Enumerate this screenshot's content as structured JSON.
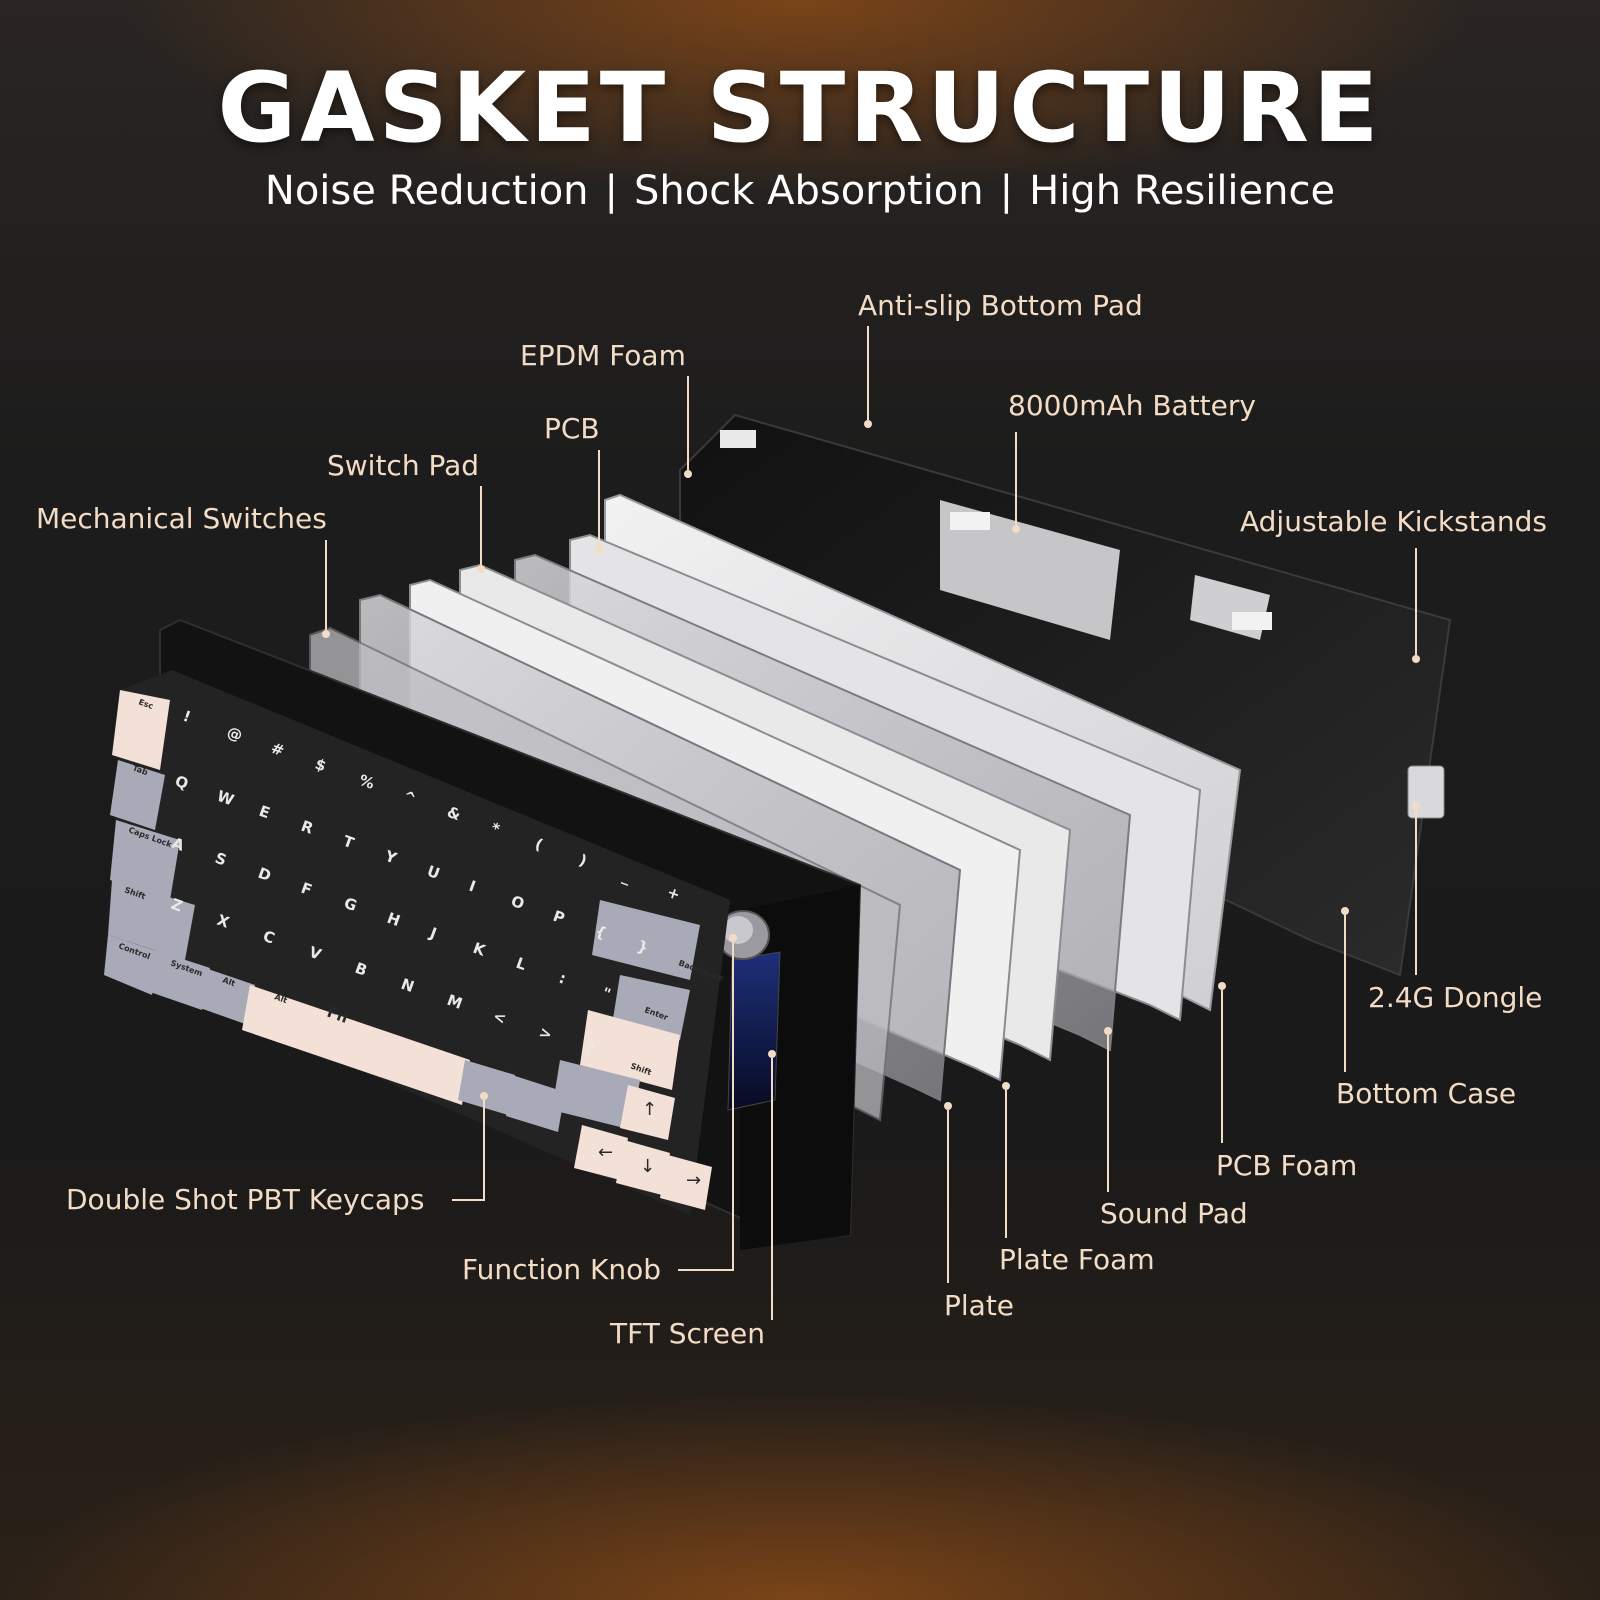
{
  "header": {
    "title": "GASKET STRUCTURE",
    "features": [
      "Noise Reduction",
      "Shock Absorption",
      "High Resilience"
    ],
    "separator": "|"
  },
  "colors": {
    "label_text": "#f3dcc5",
    "title_text": "#ffffff",
    "accent_brown": "#7a4418",
    "keycap_black": "#2a2a2a",
    "keycap_grey": "#a9aab8",
    "keycap_cream": "#f3e0d6",
    "plate_white": "#e9e9ea"
  },
  "labels": {
    "anti_slip_bottom_pad": "Anti-slip Bottom Pad",
    "epdm_foam": "EPDM Foam",
    "battery": "8000mAh Battery",
    "pcb": "PCB",
    "switch_pad": "Switch Pad",
    "mechanical_switches": "Mechanical Switches",
    "adjustable_kickstands": "Adjustable Kickstands",
    "dongle": "2.4G Dongle",
    "bottom_case": "Bottom Case",
    "pcb_foam": "PCB Foam",
    "sound_pad": "Sound Pad",
    "plate_foam": "Plate Foam",
    "plate": "Plate",
    "keycaps": "Double Shot PBT Keycaps",
    "function_knob": "Function Knob",
    "tft_screen": "TFT Screen"
  },
  "keycaps": {
    "row1": [
      "Esc",
      "!",
      "@",
      "#",
      "$",
      "%",
      "^",
      "&",
      "*",
      "(",
      ")",
      "_",
      "+"
    ],
    "row2": [
      "Tab",
      "Q",
      "W",
      "E",
      "R",
      "T",
      "Y",
      "U",
      "I",
      "O",
      "P",
      "{",
      "}",
      "Backspace"
    ],
    "row3": [
      "Caps Lock",
      "A",
      "S",
      "D",
      "F",
      "G",
      "H",
      "J",
      "K",
      "L",
      ":",
      "\"",
      "Enter"
    ],
    "row4": [
      "Shift",
      "Z",
      "X",
      "C",
      "V",
      "B",
      "N",
      "M",
      "<",
      ">",
      "?",
      "Shift"
    ],
    "row5": [
      "Control",
      "System",
      "Alt",
      "Alt",
      "Fn"
    ],
    "arrows": [
      "←",
      "↑",
      "↓",
      "→"
    ]
  }
}
